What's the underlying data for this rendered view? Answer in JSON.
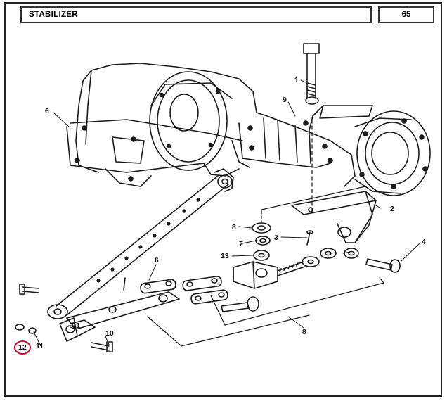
{
  "header": {
    "title": "STABILIZER",
    "page": "65"
  },
  "callouts": [
    {
      "id": "c1",
      "label": "1"
    },
    {
      "id": "c2",
      "label": "2"
    },
    {
      "id": "c3",
      "label": "3"
    },
    {
      "id": "c4",
      "label": "4"
    },
    {
      "id": "c6",
      "label": "6"
    },
    {
      "id": "c7",
      "label": "7"
    },
    {
      "id": "c8",
      "label": "8"
    },
    {
      "id": "c9",
      "label": "9"
    },
    {
      "id": "c10",
      "label": "10"
    },
    {
      "id": "c11",
      "label": "11"
    },
    {
      "id": "c12",
      "label": "12"
    },
    {
      "id": "c13",
      "label": "13"
    },
    {
      "id": "c6b",
      "label": "6"
    },
    {
      "id": "c8b",
      "label": "8"
    },
    {
      "id": "c11b",
      "label": "11"
    }
  ],
  "highlight": {
    "label": "12",
    "color": "#c8102e"
  }
}
